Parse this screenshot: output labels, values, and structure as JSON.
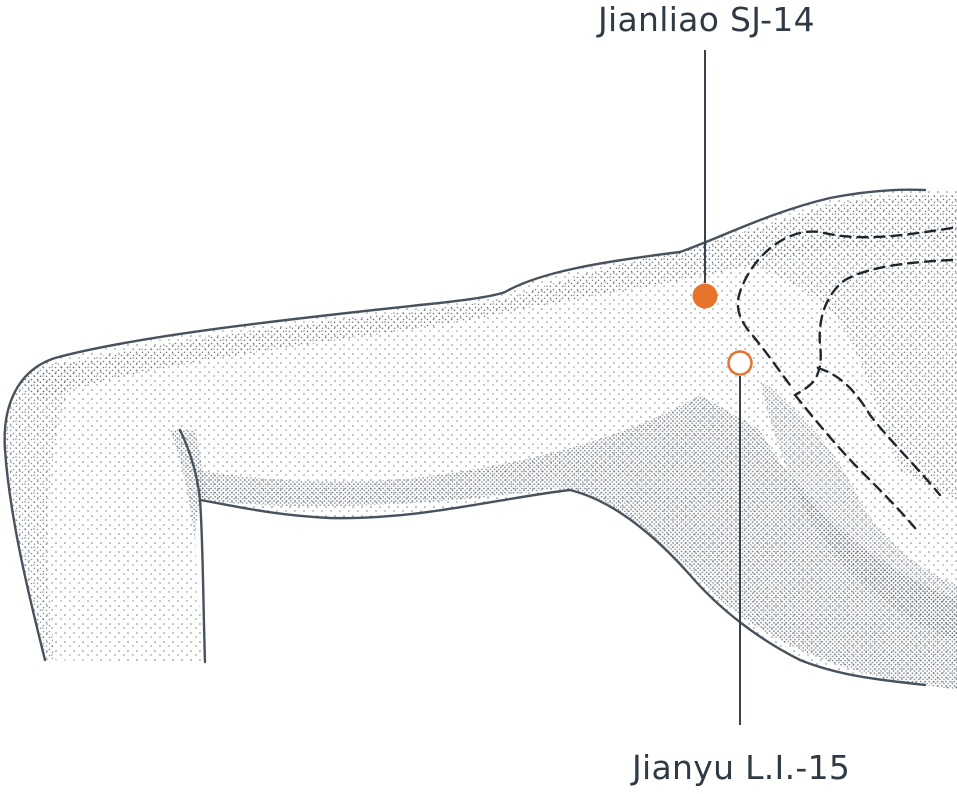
{
  "labels": {
    "top": "Jianliao SJ-14",
    "bottom": "Jianyu L.I.-15"
  },
  "points": [
    {
      "name": "Jianliao SJ-14",
      "style": "filled"
    },
    {
      "name": "Jianyu L.I.-15",
      "style": "hollow"
    }
  ],
  "colors": {
    "outline": "#48525c",
    "stipple": "#5d6873",
    "point": "#e8732c",
    "text": "#2f3a45",
    "leader": "#3a434c"
  }
}
